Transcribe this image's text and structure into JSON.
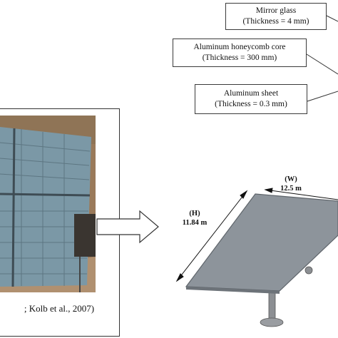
{
  "layers": {
    "mirror": {
      "name": "Mirror glass",
      "thickness": "(Thickness = 4 mm)"
    },
    "honeycomb": {
      "name": "Aluminum honeycomb core",
      "thickness": "(Thickness = 300 mm)"
    },
    "sheet": {
      "name": "Aluminum sheet",
      "thickness": "(Thickness = 0.3 mm)"
    }
  },
  "photo": {
    "caption": "; Kolb et al., 2007)"
  },
  "dimensions": {
    "height": {
      "symbol": "(H)",
      "value": "11.84 m"
    },
    "width": {
      "symbol": "(W)",
      "value": "12.5 m"
    }
  },
  "colors": {
    "panel": "#8d949b",
    "panel_edge": "#6d7379",
    "mirror_photo": "#7f9aa6",
    "dirt": "#8a6a4c"
  }
}
